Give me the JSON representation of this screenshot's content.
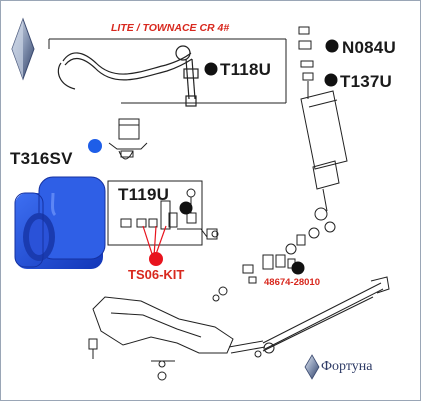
{
  "diagram": {
    "title": "LITE / TOWNACE CR 4#",
    "brand_name": "Фортуна",
    "part_labels": {
      "n084u": "N084U",
      "t118u": "T118U",
      "t137u": "T137U",
      "t316sv": "T316SV",
      "t119u": "T119U",
      "ts06_kit": "TS06-KIT",
      "oem_number": "48674-28010"
    },
    "marker_colors": {
      "black": "#111111",
      "blue": "#1e5ee8",
      "red": "#e8141e"
    },
    "icons": [
      "brand-logo-icon",
      "brand-logo-small-icon"
    ]
  }
}
